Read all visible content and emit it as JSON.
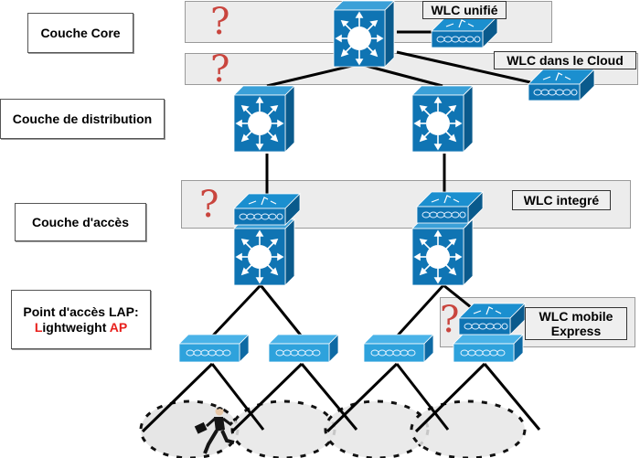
{
  "layers": {
    "core": "Couche Core",
    "distribution": "Couche de distribution",
    "access": "Couche d'accès",
    "ap_line1": "Point d'accès LAP:",
    "ap_line2_a": "L",
    "ap_line2_b": "ightweight ",
    "ap_line2_c": "AP"
  },
  "wlc_labels": {
    "unified": "WLC unifié",
    "cloud": "WLC dans le Cloud",
    "integrated": "WLC integré",
    "mobile_line1": "WLC mobile",
    "mobile_line2": "Express"
  },
  "question_mark": "?",
  "colors": {
    "device_blue": "#0f74b3",
    "device_top": "#1b8fcf",
    "device_side": "#0a5a8c",
    "ap_blue": "#2ea2dc",
    "question_red": "#c9453e",
    "accent_red": "#e8201c",
    "band_gray": "#ececec"
  }
}
